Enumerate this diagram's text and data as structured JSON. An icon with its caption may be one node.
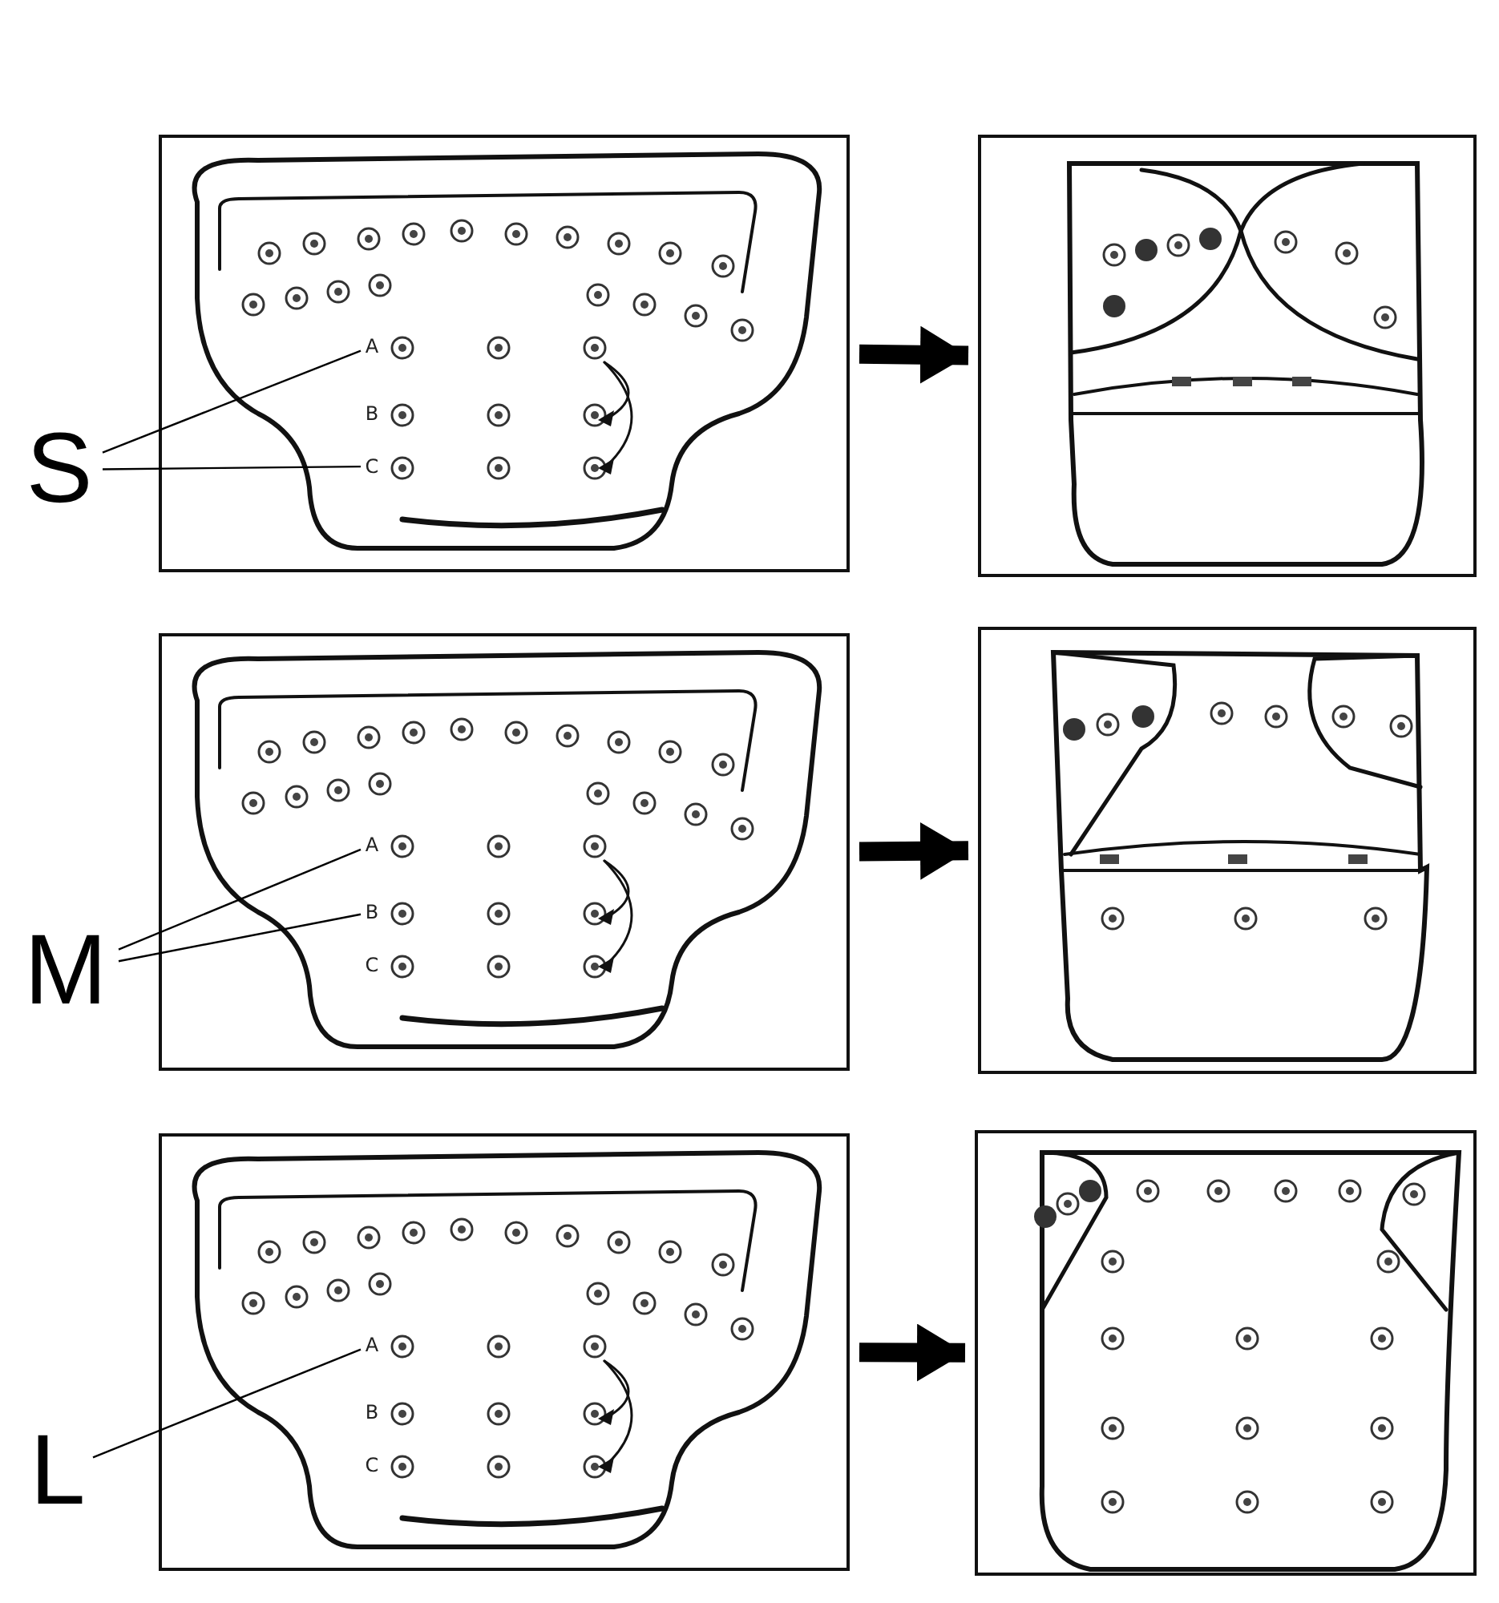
{
  "diagram": {
    "nodes": [
      {
        "text": [],
        "shape": "picture"
      },
      {
        "text": [
          "A"
        ],
        "in": 0
      },
      {
        "text": [
          "B"
        ],
        "in": 0
      },
      {
        "text": [
          "C"
        ],
        "in": 0
      },
      {
        "text": [],
        "shape": "picture"
      },
      {
        "text": [
          "S"
        ]
      },
      {
        "text": [],
        "shape": "picture"
      },
      {
        "text": [
          "A"
        ],
        "in": 6
      },
      {
        "text": [
          "B"
        ],
        "in": 6
      },
      {
        "text": [
          "C"
        ],
        "in": 6
      },
      {
        "text": [],
        "shape": "picture"
      },
      {
        "text": [
          "M"
        ]
      },
      {
        "text": [],
        "shape": "picture"
      },
      {
        "text": [
          "A"
        ],
        "in": 12
      },
      {
        "text": [
          "B"
        ],
        "in": 12
      },
      {
        "text": [
          "C"
        ],
        "in": 12
      },
      {
        "text": [],
        "shape": "picture"
      },
      {
        "text": [
          "L"
        ]
      }
    ],
    "edges": [
      {
        "from": 0,
        "to": 4,
        "arrow": "to",
        "style": "thick"
      },
      {
        "from": 5,
        "to": 1,
        "arrow": "none"
      },
      {
        "from": 5,
        "to": 3,
        "arrow": "none"
      },
      {
        "from": 6,
        "to": 10,
        "arrow": "to",
        "style": "thick"
      },
      {
        "from": 11,
        "to": 7,
        "arrow": "none"
      },
      {
        "from": 11,
        "to": 8,
        "arrow": "none"
      },
      {
        "from": 12,
        "to": 16,
        "arrow": "to",
        "style": "thick"
      },
      {
        "from": 17,
        "to": 13,
        "arrow": "none"
      }
    ]
  }
}
